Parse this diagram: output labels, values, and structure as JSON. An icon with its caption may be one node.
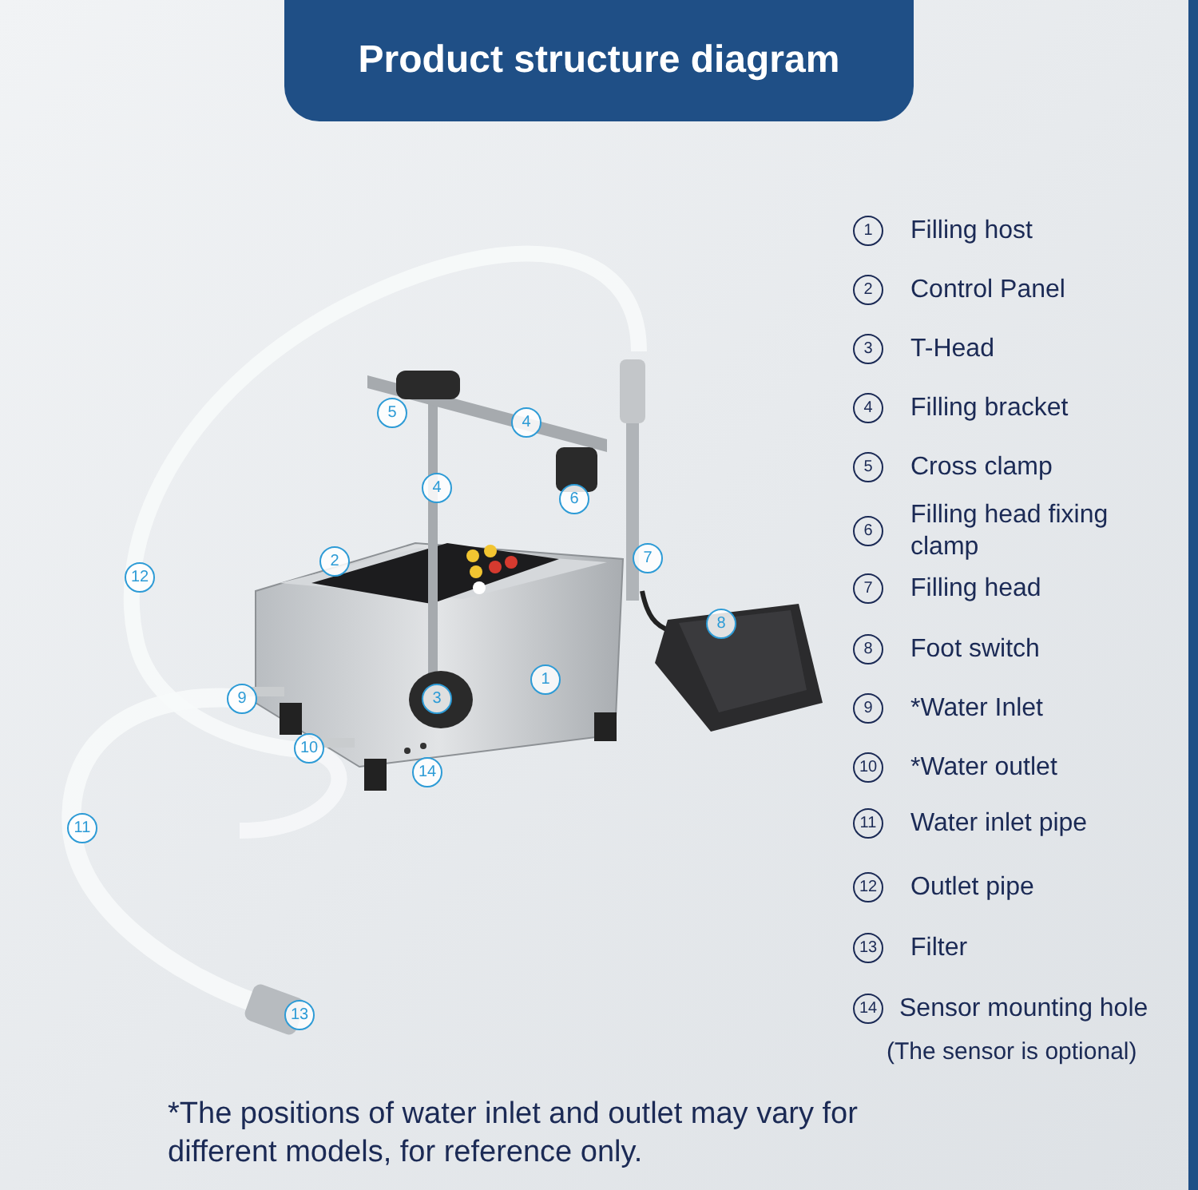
{
  "diagram": {
    "title": "Product structure diagram",
    "caption": "*The positions of water inlet and outlet may vary for different models, for reference only.",
    "labels": [
      "5",
      "4",
      "4",
      "6",
      "7",
      "2",
      "12",
      "8",
      "1",
      "9",
      "3",
      "10",
      "14",
      "11",
      "13",
      "1",
      "Filling host",
      "2",
      "Control Panel",
      "3",
      "T-Head",
      "4",
      "Filling bracket",
      "5",
      "Cross clamp",
      "6",
      "Filling head fixing clamp",
      "7",
      "Filling head",
      "8",
      "Foot switch",
      "9",
      "*Water Inlet",
      "10",
      "*Water outlet",
      "11",
      "Water inlet pipe",
      "12",
      "Outlet pipe",
      "13",
      "Filter",
      "14",
      "Sensor mounting hole",
      "(The sensor is optional)"
    ]
  }
}
